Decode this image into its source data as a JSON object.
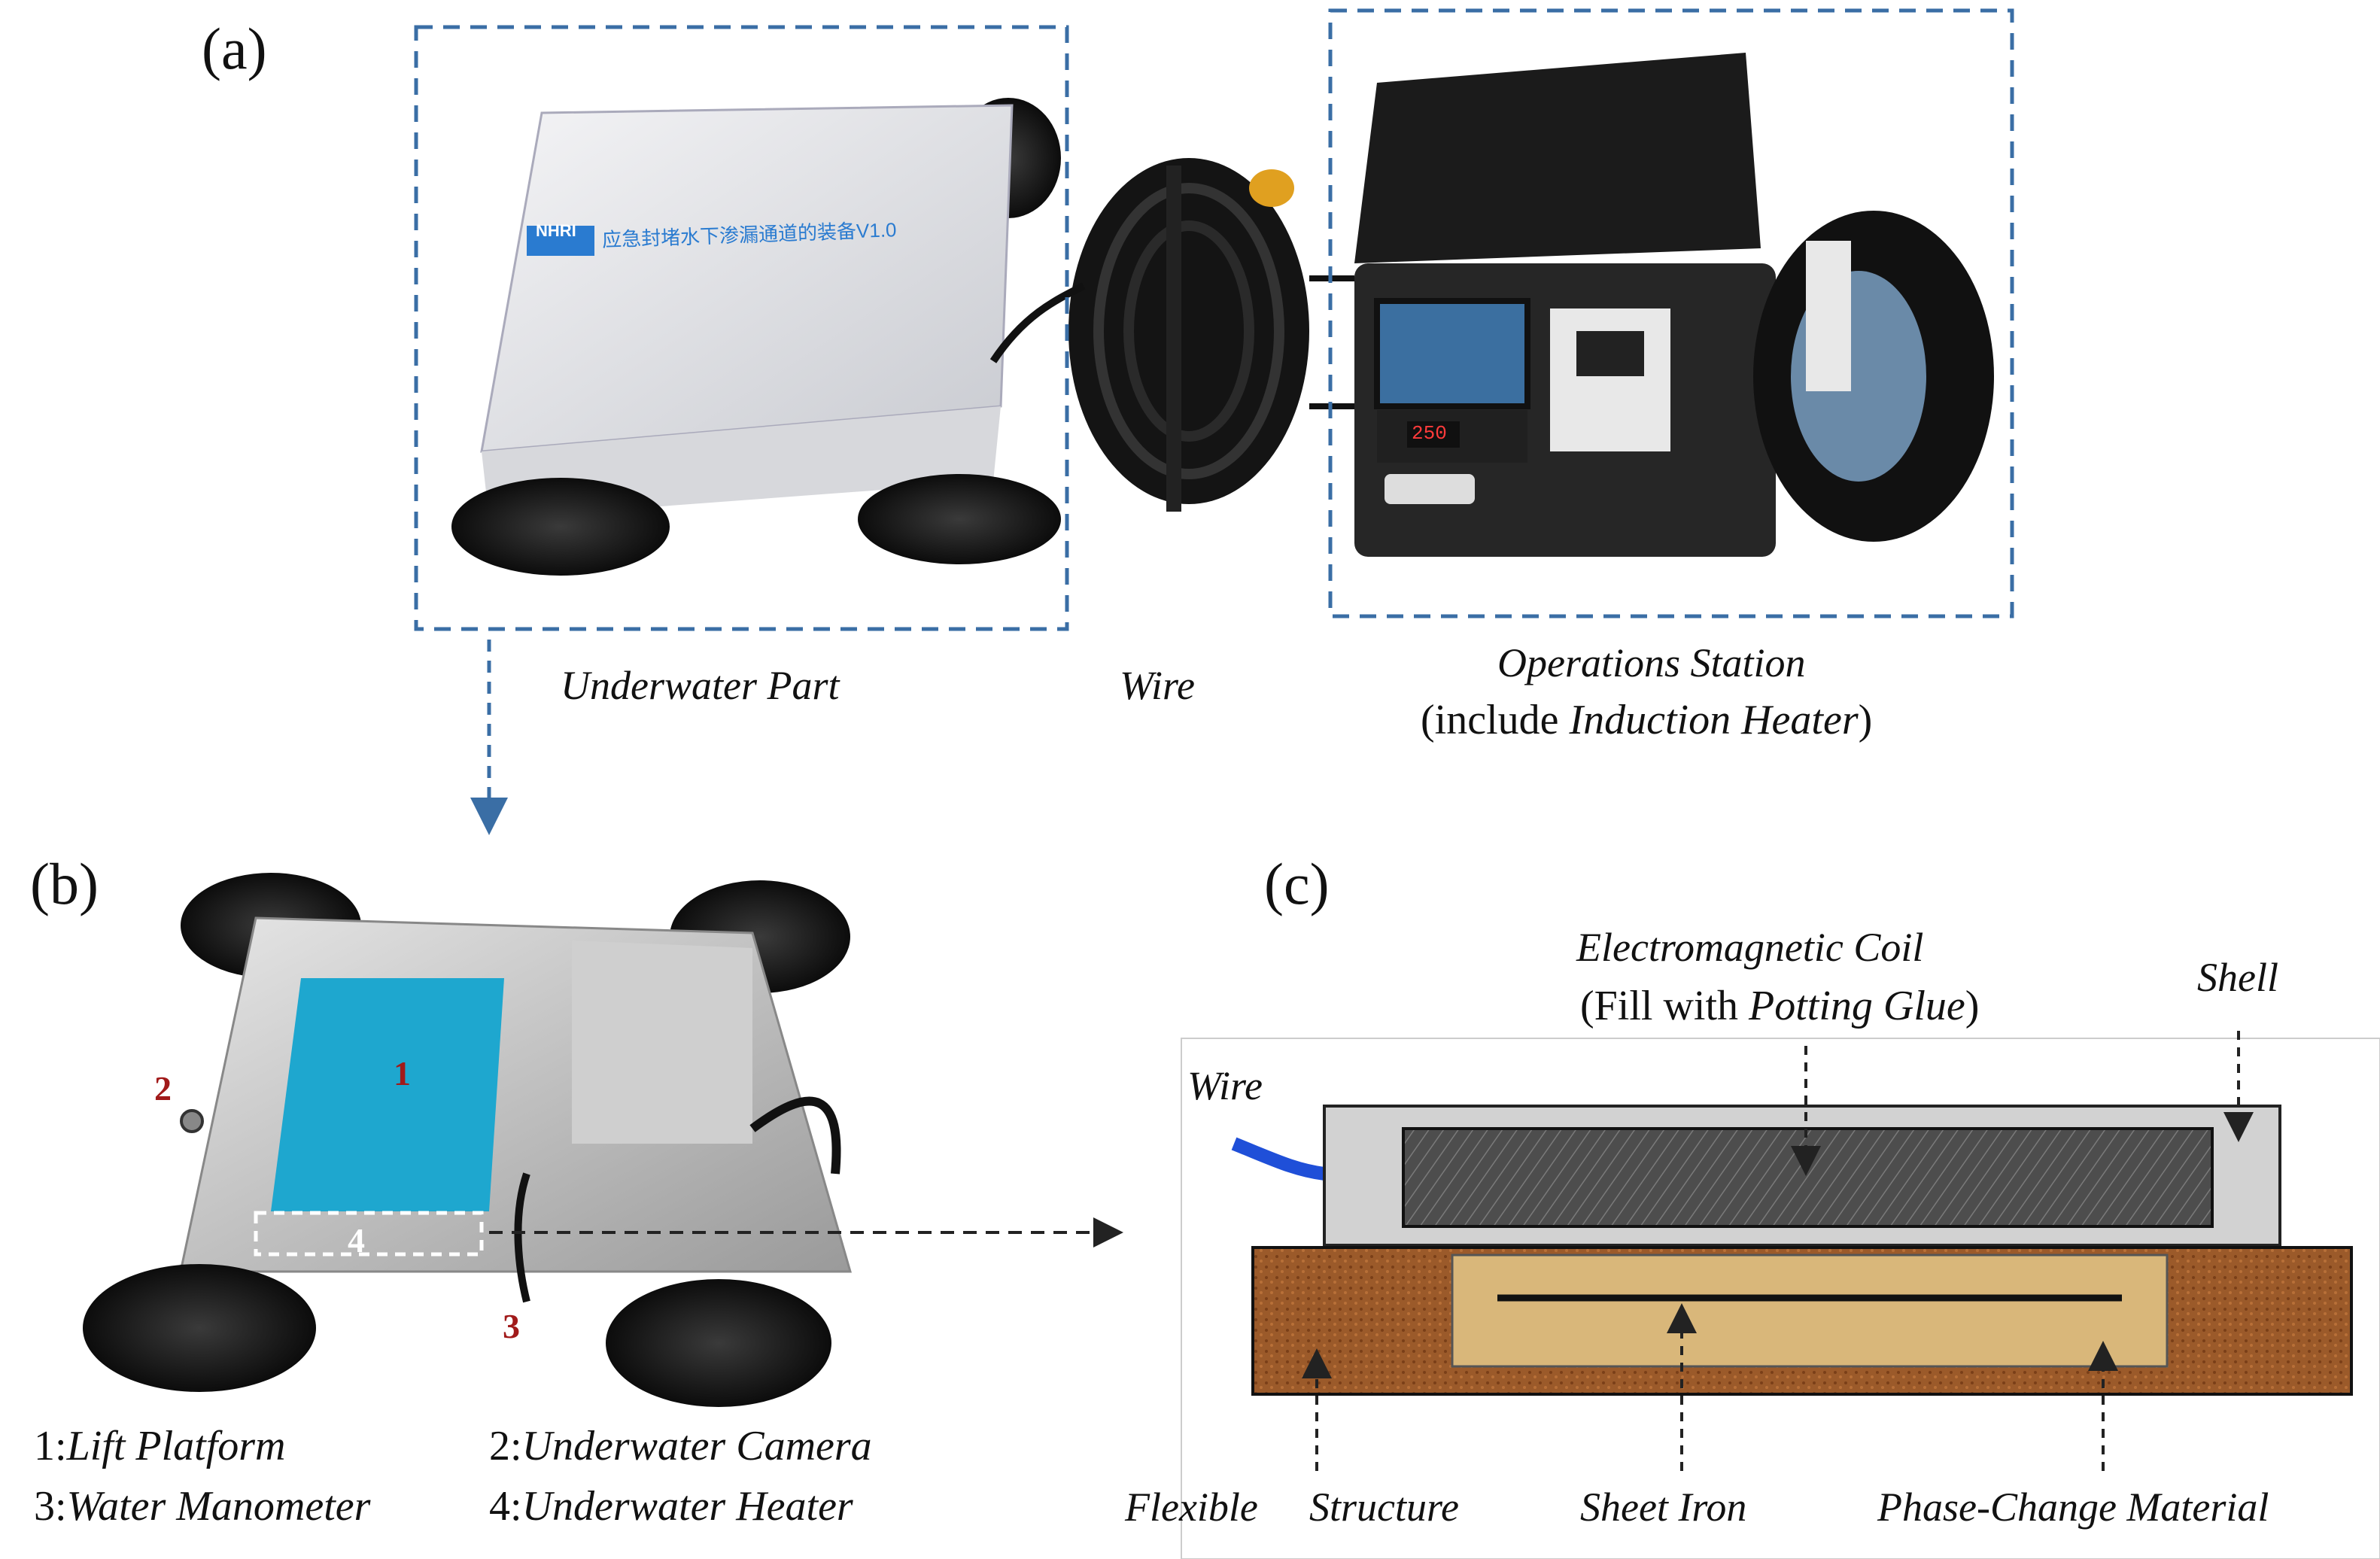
{
  "panels": {
    "a": {
      "label": "(a)",
      "underwater_part": "Underwater Part",
      "wire": "Wire",
      "operations_station": "Operations Station",
      "include_prefix": "(include ",
      "induction_heater": "Induction Heater",
      "include_suffix": ")",
      "rover_logo": "NHRI",
      "rover_text": "应急封堵水下渗漏通道的装备V1.0",
      "display_value": "250"
    },
    "b": {
      "label": "(b)",
      "markers": [
        "1",
        "2",
        "3",
        "4"
      ],
      "legend": [
        {
          "num": "1:",
          "text": "Lift Platform"
        },
        {
          "num": "2:",
          "text": "Underwater Camera"
        },
        {
          "num": "3:",
          "text": "Water  Manometer"
        },
        {
          "num": "4:",
          "text": "Underwater Heater"
        }
      ]
    },
    "c": {
      "label": "(c)",
      "coil": "Electromagnetic Coil",
      "fill_prefix": "(Fill with ",
      "potting_glue": "Potting Glue",
      "fill_suffix": ")",
      "shell": "Shell",
      "wire": "Wire",
      "flexible": "Flexible",
      "structure": "Structure",
      "sheet_iron": "Sheet Iron",
      "pcm": "Phase-Change Material"
    }
  },
  "colors": {
    "dash_blue": "#3a6ea5",
    "marker_red": "#a11a1a",
    "soil_brown": "#9b5a2a",
    "pcm_tan": "#d9b77a",
    "shell_gray": "#d2d2d2",
    "coil_dark": "#555555",
    "wire_blue": "#1f4fd8",
    "platform_cyan": "#1ea7cf"
  }
}
